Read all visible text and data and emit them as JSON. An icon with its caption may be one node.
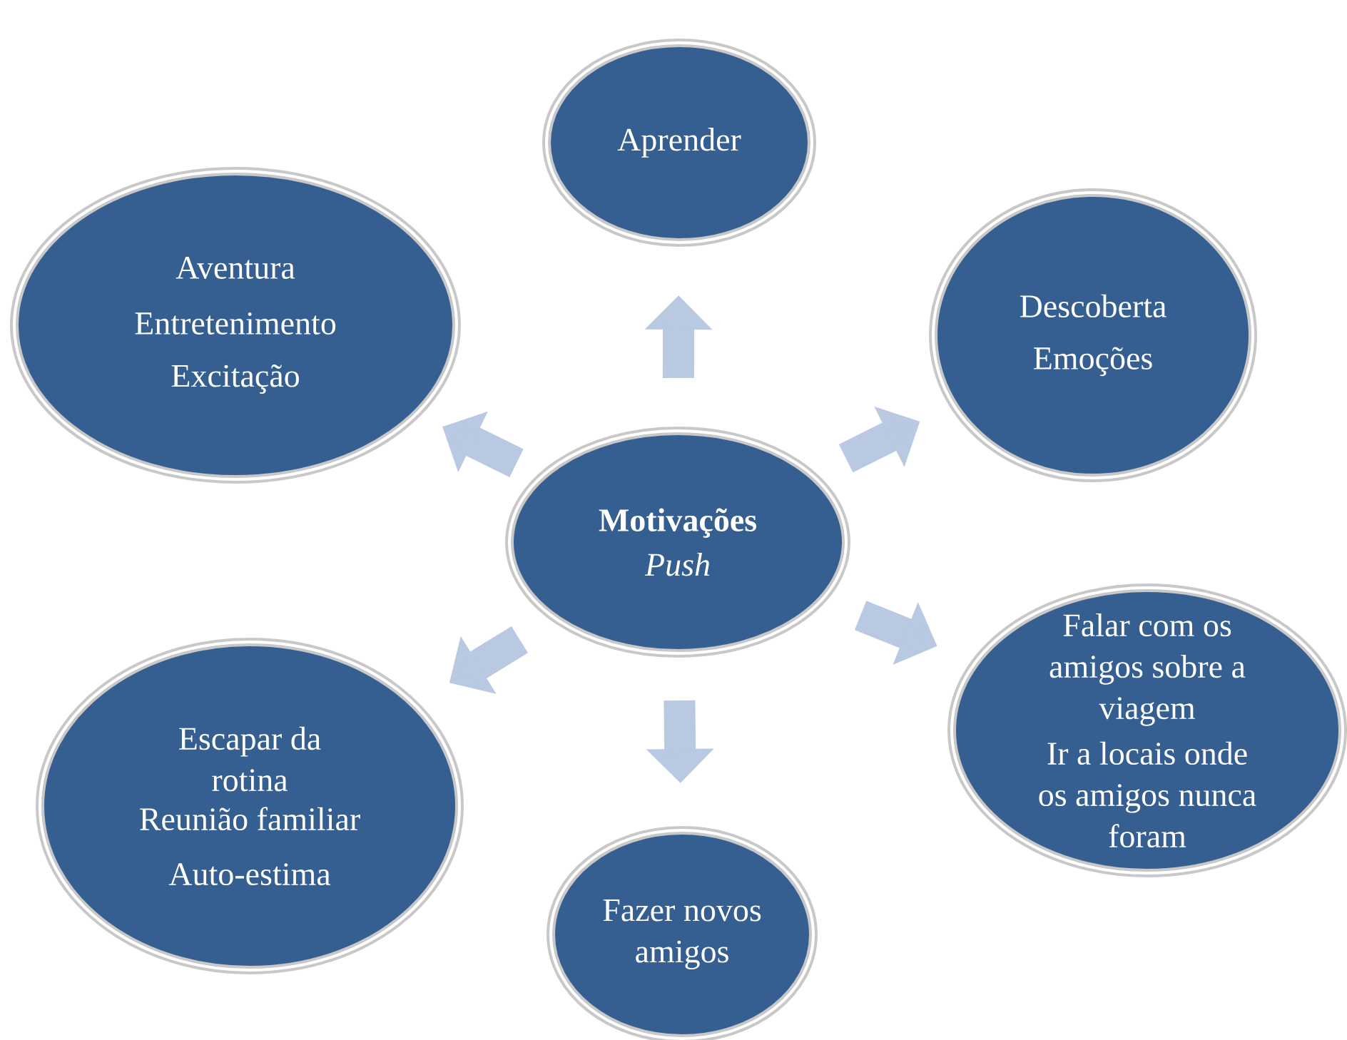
{
  "diagram": {
    "nodes": [
      {
        "text": [
          "Aprender"
        ]
      },
      {
        "text": [
          "Aventura",
          "Entretenimento",
          "Excitação"
        ]
      },
      {
        "text": [
          "Descoberta",
          "Emoções"
        ]
      },
      {
        "text": [
          "Motivações",
          "Push"
        ]
      },
      {
        "text": [
          "Escapar da rotina",
          "Reunião familiar",
          "Auto-estima"
        ]
      },
      {
        "text": [
          "Falar com os amigos sobre a viagem",
          "Ir a locais onde os amigos nunca foram"
        ]
      },
      {
        "text": [
          "Fazer novos amigos"
        ]
      }
    ],
    "edges": [
      {
        "from": 3,
        "to": 0,
        "arrow": "to"
      },
      {
        "from": 3,
        "to": 1,
        "arrow": "to"
      },
      {
        "from": 3,
        "to": 2,
        "arrow": "to"
      },
      {
        "from": 3,
        "to": 4,
        "arrow": "to"
      },
      {
        "from": 3,
        "to": 5,
        "arrow": "to"
      },
      {
        "from": 3,
        "to": 6,
        "arrow": "to"
      }
    ]
  }
}
